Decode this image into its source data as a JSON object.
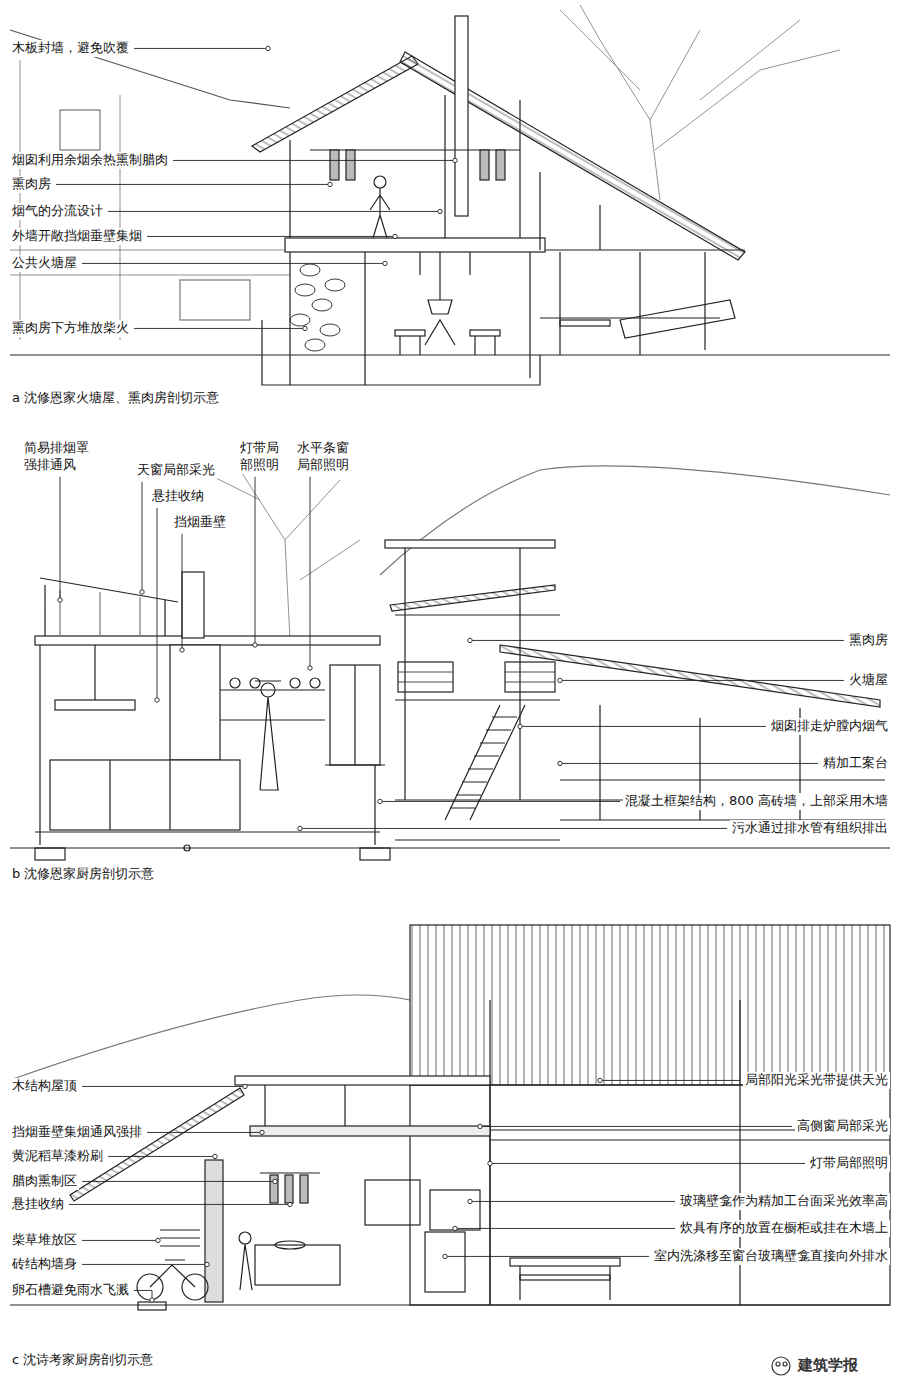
{
  "diagram": {
    "labels": [
      "木板封墙，避免吹覆",
      "烟囱利用余烟余热熏制腊肉",
      "熏肉房",
      "烟气的分流设计",
      "外墙开敞挡烟垂壁集烟",
      "公共火塘屋",
      "熏肉房下方堆放柴火",
      "a 沈修恩家火塘屋、熏肉房剖切示意",
      "简易排烟罩 强排通风",
      "天窗局部采光",
      "悬挂收纳",
      "挡烟垂壁",
      "灯带局部照明",
      "水平条窗局部照明",
      "熏肉房",
      "火塘屋",
      "烟囱排走炉膛内烟气",
      "精加工案台",
      "混凝土框架结构，800 高砖墙，上部采用木墙",
      "污水通过排水管有组织排出",
      "b 沈修恩家厨房剖切示意",
      "木结构屋顶",
      "挡烟垂壁集烟通风强排",
      "黄泥稻草漆粉刷",
      "腊肉熏制区",
      "悬挂收纳",
      "柴草堆放区",
      "砖结构墙身",
      "卵石槽避免雨水飞溅",
      "局部阳光采光带提供天光",
      "高侧窗局部采光",
      "灯带局部照明",
      "玻璃壁龛作为精加工台面采光效率高",
      "炊具有序的放置在橱柜或挂在木墙上",
      "室内洗涤移至窗台玻璃壁龛直接向外排水",
      "c 沈诗考家厨房剖切示意",
      "建筑学报"
    ]
  }
}
